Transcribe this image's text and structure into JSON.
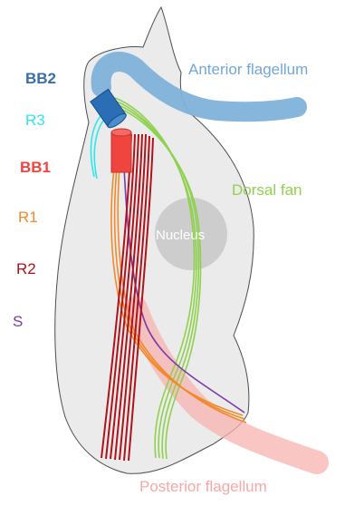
{
  "labels": {
    "bb2": "BB2",
    "r3": "R3",
    "bb1": "BB1",
    "r1": "R1",
    "r2": "R2",
    "s": "S",
    "anterior_flagellum": "Anterior flagellum",
    "dorsal_fan": "Dorsal fan",
    "nucleus": "Nucleus",
    "posterior_flagellum": "Posterior flagellum"
  },
  "colors": {
    "cell_fill": "#ebebeb",
    "cell_stroke": "#4d4d4d",
    "anterior_flagellum": "#7fb2d9",
    "anterior_label": "#72a8d6",
    "bb2": "#2b6eb6",
    "bb2_label": "#3a6fa5",
    "r3": "#2ee6ee",
    "bb1": "#f0443f",
    "r1": "#f08a2a",
    "r2": "#b0121a",
    "s": "#7a3aa8",
    "dorsal_fan": "#8fd14f",
    "nucleus": "#cdcdcd",
    "nucleus_label": "#ffffff",
    "posterior_flagellum": "#f7b3b0"
  }
}
